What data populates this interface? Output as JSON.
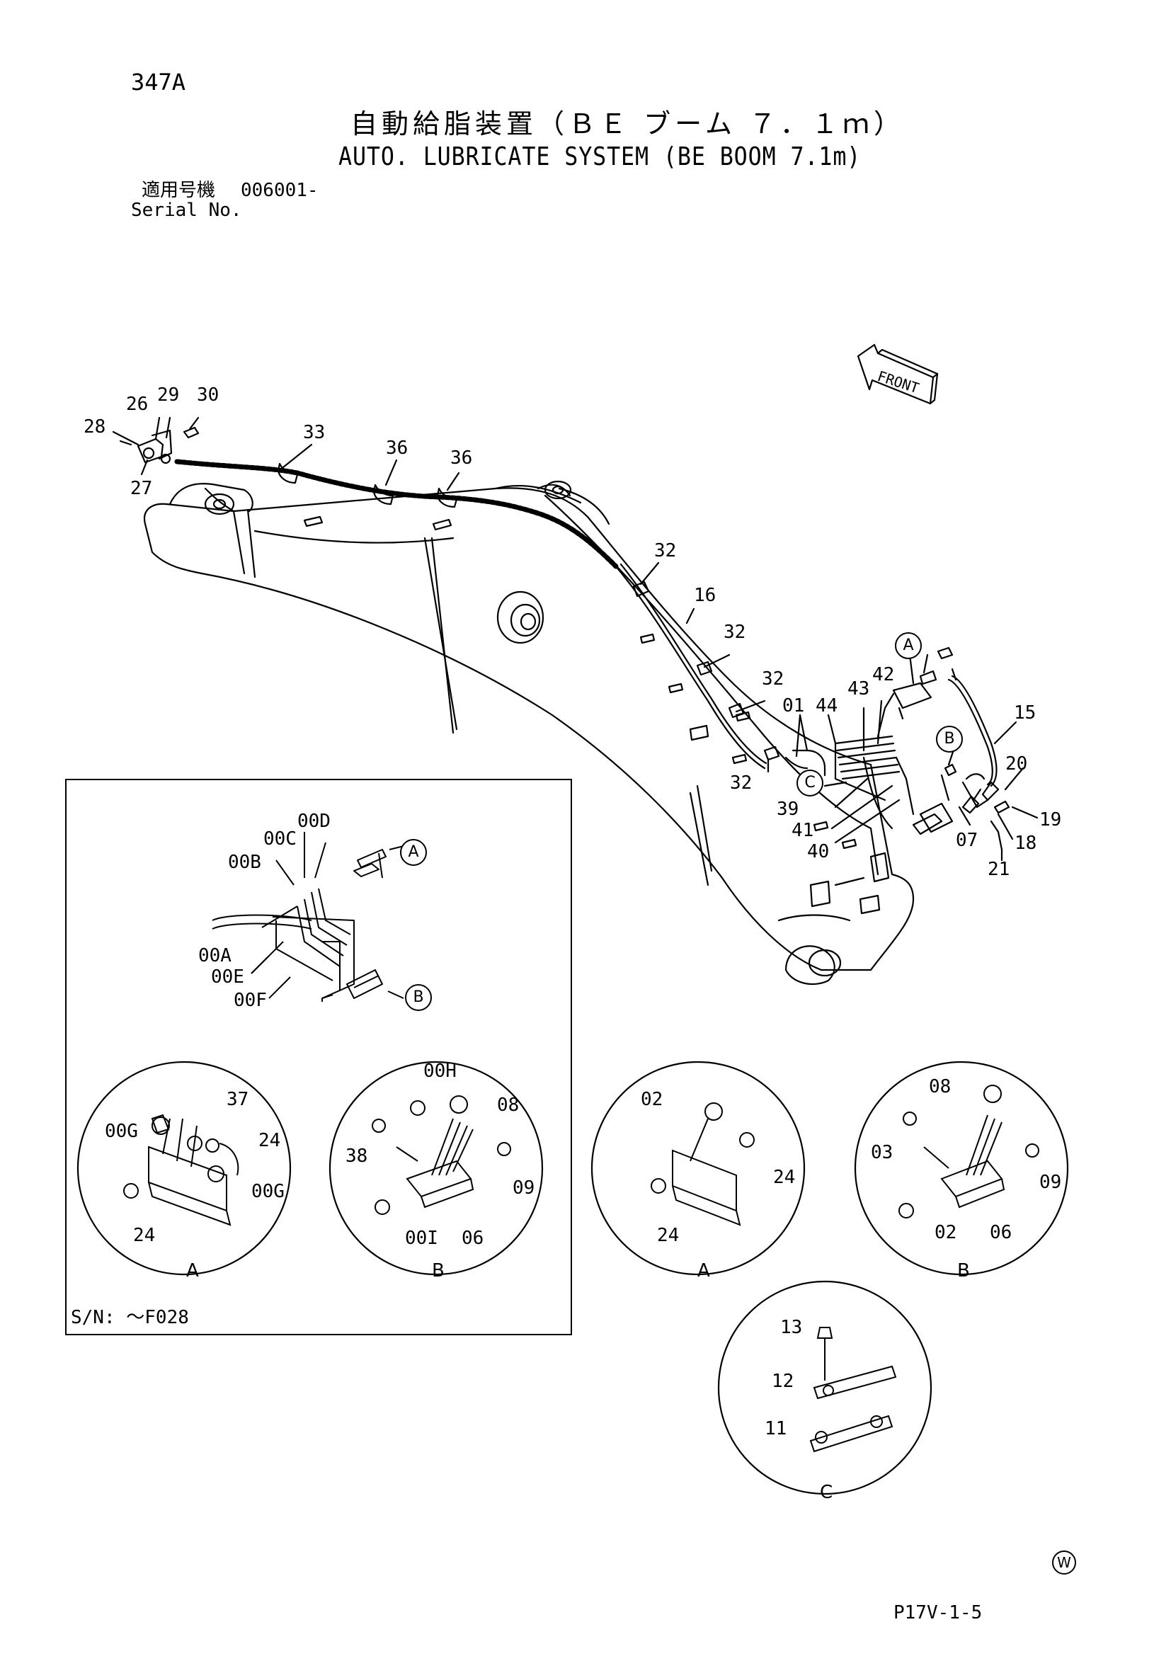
{
  "header": {
    "page_number": "347A",
    "title_ja": "自動給脂装置（ＢＥ ブーム ７．１ｍ）",
    "title_en": "AUTO. LUBRICATE SYSTEM (BE BOOM 7.1m)",
    "serial_label_ja": "適用号機",
    "serial_value": "006001-",
    "serial_label_en": "Serial No."
  },
  "front_indicator": "FRONT",
  "main_labels": [
    "28",
    "26",
    "29",
    "30",
    "27",
    "33",
    "36",
    "36",
    "32",
    "16",
    "32",
    "32",
    "32",
    "01",
    "44",
    "43",
    "42",
    "15",
    "20",
    "19",
    "18",
    "21",
    "07",
    "39",
    "41",
    "40"
  ],
  "callouts": {
    "a": "A",
    "b": "B",
    "c": "C"
  },
  "inset": {
    "serial_note": "S/N: ～F028",
    "labels": [
      "00D",
      "00C",
      "00B",
      "00A",
      "00E",
      "00F"
    ],
    "detail_a_labels": [
      "37",
      "00G",
      "24",
      "00G",
      "24"
    ],
    "detail_b_labels": [
      "00H",
      "08",
      "38",
      "09",
      "00I",
      "06"
    ]
  },
  "detail_a_labels": [
    "02",
    "24",
    "24"
  ],
  "detail_b_labels": [
    "08",
    "03",
    "09",
    "02",
    "06"
  ],
  "detail_c_labels": [
    "13",
    "12",
    "11"
  ],
  "detail_captions": {
    "a": "A",
    "b": "B",
    "c": "C"
  },
  "footer": {
    "w_mark": "W",
    "page_code": "P17V-1-5"
  }
}
